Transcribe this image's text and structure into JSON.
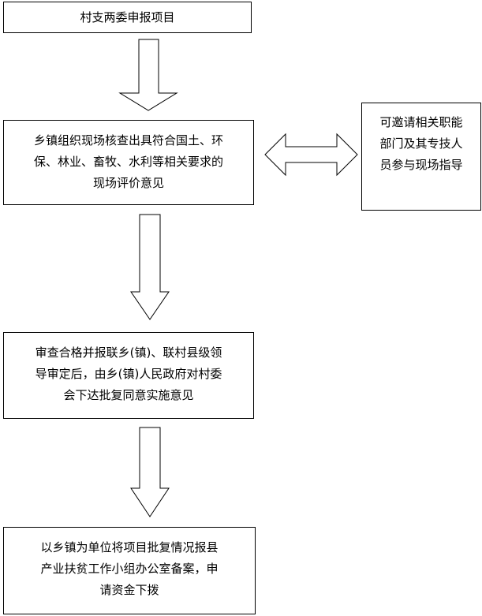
{
  "boxes": {
    "step1": {
      "lines": [
        "村支两委申报项目"
      ]
    },
    "step2": {
      "lines": [
        "乡镇组织现场核查出具符合国土、环",
        "保、林业、畜牧、水利等相关要求的",
        "现场评价意见"
      ]
    },
    "side": {
      "lines": [
        "可邀请相关职能",
        "部门及其专技人",
        "员参与现场指导"
      ]
    },
    "step3": {
      "lines": [
        "审查合格并报联乡(镇)、联村县级领",
        "导审定后，由乡(镇)人民政府对村委",
        "会下达批复同意实施意见"
      ]
    },
    "step4": {
      "lines": [
        "以乡镇为单位将项目批复情况报县",
        "产业扶贫工作小组办公室备案，申",
        "请资金下拨"
      ]
    }
  }
}
